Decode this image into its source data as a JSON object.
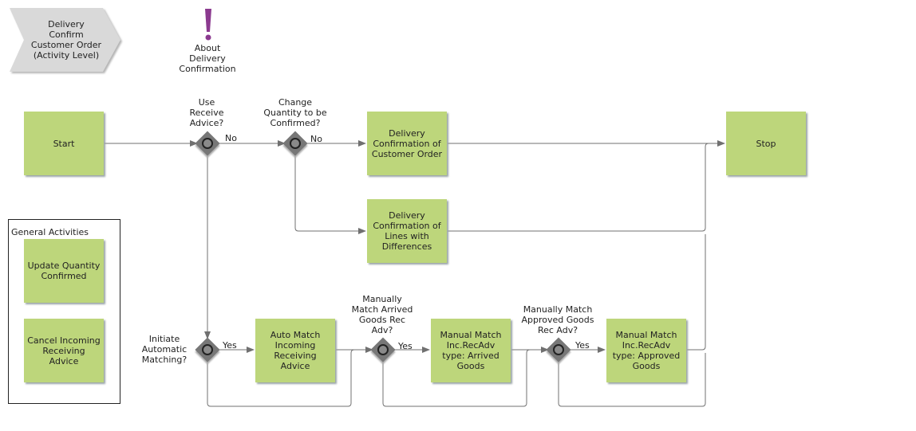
{
  "header": {
    "process_title": "Delivery\nConfirm\nCustomer Order\n(Activity Level)",
    "about_label": "About\nDelivery\nConfirmation"
  },
  "activities": {
    "start": "Start",
    "stop": "Stop",
    "delivery_confirmation_customer_order": "Delivery\nConfirmation of\nCustomer Order",
    "delivery_confirmation_lines_differences": "Delivery\nConfirmation of\nLines with\nDifferences",
    "auto_match": "Auto Match\nIncoming\nReceiving\nAdvice",
    "manual_match_arrived": "Manual Match\nInc.RecAdv\ntype: Arrived\nGoods",
    "manual_match_approved": "Manual Match\nInc.RecAdv\ntype: Approved\nGoods"
  },
  "gateways": {
    "use_receive_advice": "Use\nReceive\nAdvice?",
    "change_quantity": "Change\nQuantity to be\nConfirmed?",
    "initiate_auto_matching": "Initiate\nAutomatic\nMatching?",
    "manually_match_arrived": "Manually\nMatch Arrived\nGoods Rec\nAdv?",
    "manually_match_approved": "Manually Match\nApproved Goods\nRec Adv?"
  },
  "flow_labels": {
    "no_1": "No",
    "no_2": "No",
    "yes_1": "Yes",
    "yes_2": "Yes",
    "yes_3": "Yes"
  },
  "general_activities": {
    "title": "General Activities",
    "items": [
      "Update Quantity\nConfirmed",
      "Cancel Incoming\nReceiving\nAdvice"
    ]
  },
  "colors": {
    "activity_fill": "#bdd67b",
    "gateway_fill": "#777777",
    "about_icon": "#8b3a8f",
    "process_chevron": "#d9d9d9"
  }
}
